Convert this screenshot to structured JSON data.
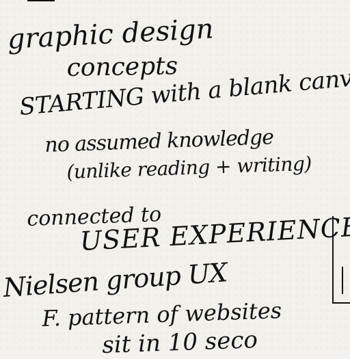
{
  "notes": {
    "line1": "graphic design",
    "line2": "concepts",
    "line3": "STARTING with a blank canvas",
    "line4": "no assumed knowledge",
    "line5": "(unlike reading + writing)",
    "line6": "connected to",
    "line7": "USER EXPERIENCE",
    "line8": "Nielsen group UX",
    "line9": "F. pattern of websites",
    "line10": "sit in 10 seco"
  }
}
